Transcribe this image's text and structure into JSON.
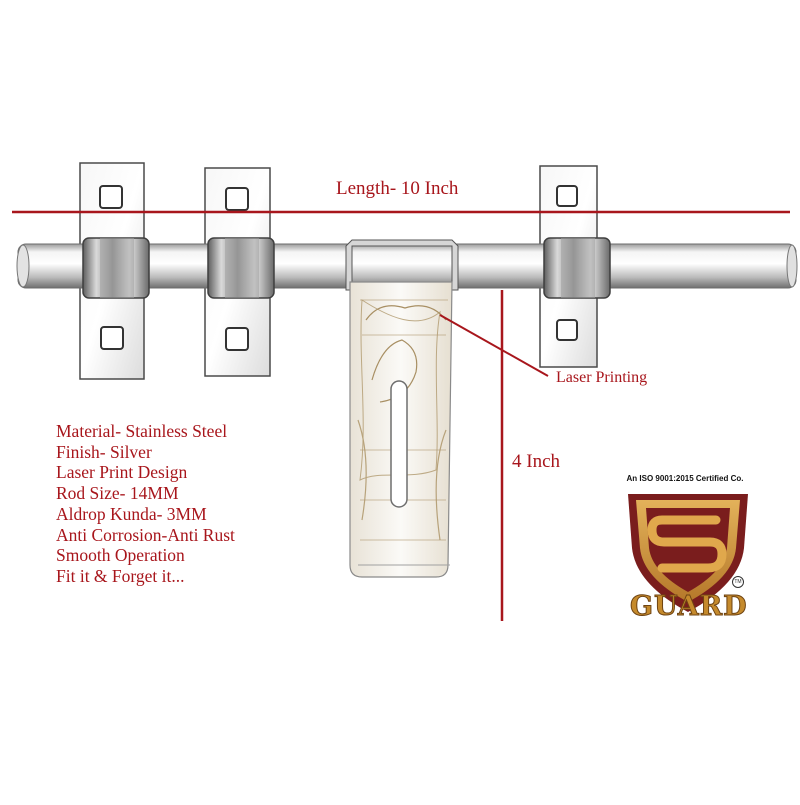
{
  "dimensions": {
    "length_label": "Length- 10 Inch",
    "height_label": "4 Inch",
    "laser_label": "Laser Printing"
  },
  "features": [
    "Material- Stainless Steel",
    "Finish-  Silver",
    "Laser Print Design",
    "Rod Size- 14MM",
    "Aldrop Kunda- 3MM",
    "Anti Corrosion-Anti Rust",
    "Smooth Operation",
    "Fit it & Forget it..."
  ],
  "logo": {
    "certification": "An ISO 9001:2015 Certified Co.",
    "brand": "GUARD",
    "trademark": "TM"
  },
  "colors": {
    "annotation_red": "#a8161c",
    "logo_gold": "#c58a2c",
    "logo_maroon": "#7a1d1d"
  }
}
